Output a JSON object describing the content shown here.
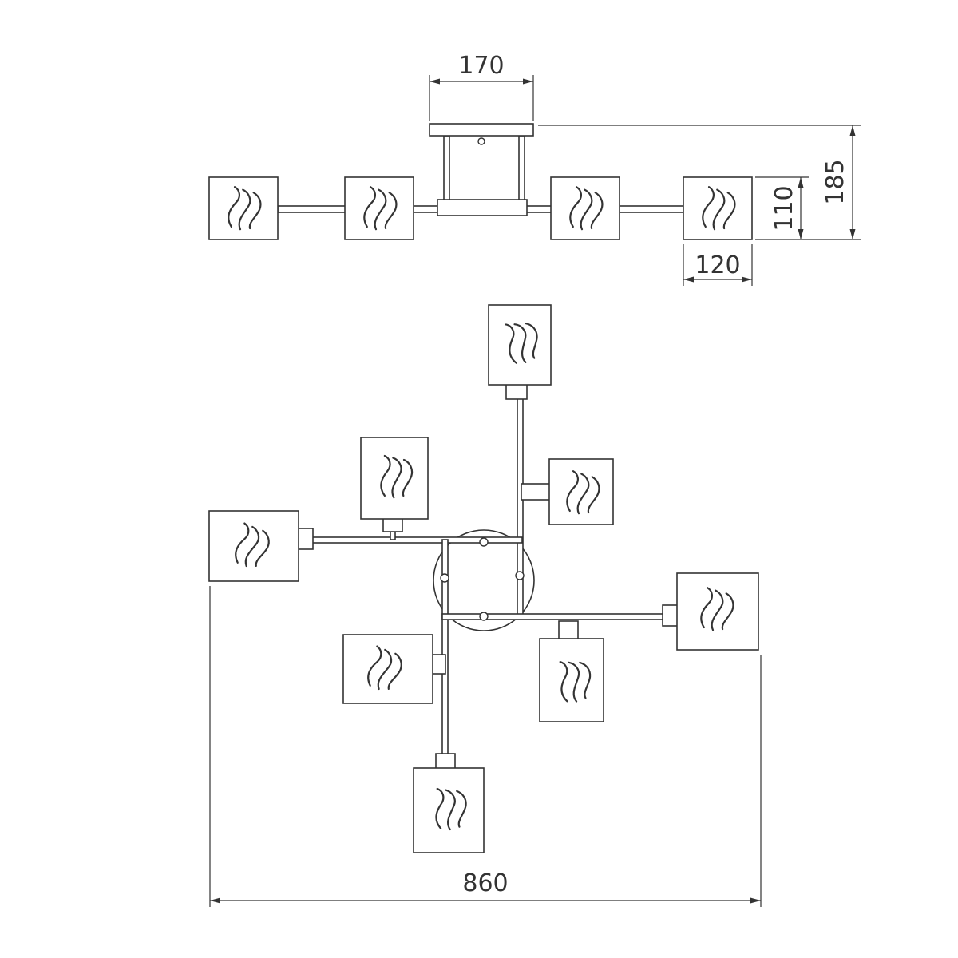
{
  "drawing": {
    "background_color": "#ffffff",
    "line_color": "#333333",
    "side_view_shade_count": 4,
    "plan_view_shade_count": 8
  },
  "dimensions": {
    "mount_width": "170",
    "total_height": "185",
    "shade_height": "110",
    "shade_width": "120",
    "overall_width": "860"
  }
}
